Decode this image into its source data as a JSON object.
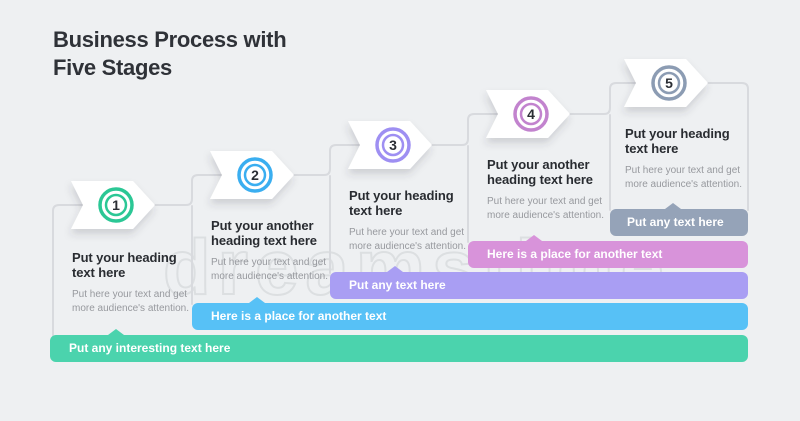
{
  "title": {
    "line1": "Business Process with",
    "line2": "Five Stages"
  },
  "stages": [
    {
      "number": "1",
      "heading": "Put your heading text here",
      "body": "Put here your text and get more audience's attention.",
      "color": "#2bc795"
    },
    {
      "number": "2",
      "heading": "Put your another heading text here",
      "body": "Put here your text and get more audience's attention.",
      "color": "#3aaef0"
    },
    {
      "number": "3",
      "heading": "Put your heading text here",
      "body": "Put here your text and get more audience's attention.",
      "color": "#9e8ff2"
    },
    {
      "number": "4",
      "heading": "Put your another heading text here",
      "body": "Put here your text and get more audience's attention.",
      "color": "#c283ce"
    },
    {
      "number": "5",
      "heading": "Put your heading text here",
      "body": "Put here your text and get more audience's attention.",
      "color": "#8c9cb3"
    }
  ],
  "bars": [
    {
      "label": "Put any interesting text here",
      "color": "#4bd3ad"
    },
    {
      "label": "Here is a place for another text",
      "color": "#57c1f6"
    },
    {
      "label": "Put any text here",
      "color": "#a99ef3"
    },
    {
      "label": "Here is a place for another text",
      "color": "#d893da"
    },
    {
      "label": "Put any text here",
      "color": "#95a3b8"
    }
  ],
  "colors": {
    "background": "#eef0f2",
    "connector": "#d8dade",
    "title_text": "#2f3238",
    "heading_text": "#292c31",
    "body_text": "#97999e",
    "bar_label": "#ffffff",
    "number_text": "#2b2e34"
  },
  "watermark": "dreamstime"
}
